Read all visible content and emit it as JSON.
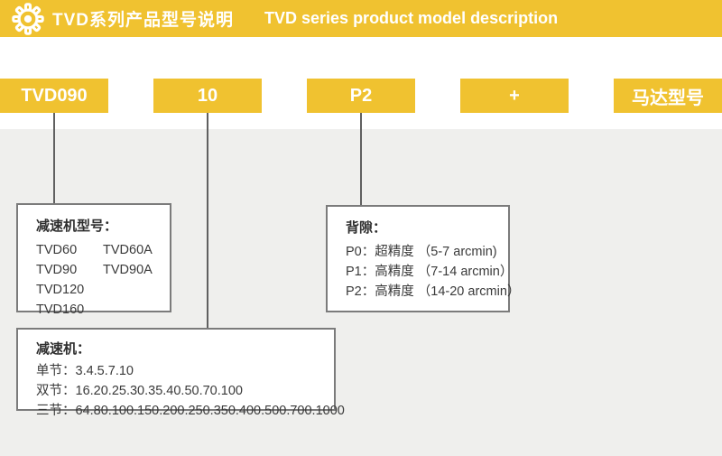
{
  "colors": {
    "accent_yellow": "#F0C230",
    "panel_gray": "#EFEFED",
    "box_border_gray": "#7B7B7B",
    "connector_gray": "#606060",
    "text_dark": "#3A3A3A",
    "text_white": "#FFFFFF"
  },
  "header": {
    "icon": "gear-icon",
    "title_zh": "TVD系列产品型号说明",
    "title_en": "TVD series product model description"
  },
  "model_code": {
    "segments": [
      {
        "label": "TVD090"
      },
      {
        "label": "10"
      },
      {
        "label": "P2"
      },
      {
        "label": "+"
      },
      {
        "label": "马达型号"
      }
    ]
  },
  "callouts": {
    "reducer_model": {
      "title": "减速机型号：",
      "col1": [
        "TVD60",
        "TVD90",
        "TVD120",
        "TVD160"
      ],
      "col2": [
        "TVD60A",
        "TVD90A"
      ]
    },
    "backlash": {
      "title": "背隙：",
      "items": [
        "P0：超精度 （5-7 arcmin)",
        "P1：高精度 （7-14 arcmin）",
        "P2：高精度 （14-20 arcmin）"
      ]
    },
    "ratio": {
      "title": "减速机：",
      "items": [
        "单节：3.4.5.7.10",
        "双节：16.20.25.30.35.40.50.70.100",
        "三节：64.80.100.150.200.250.350.400.500.700.1000"
      ]
    }
  }
}
